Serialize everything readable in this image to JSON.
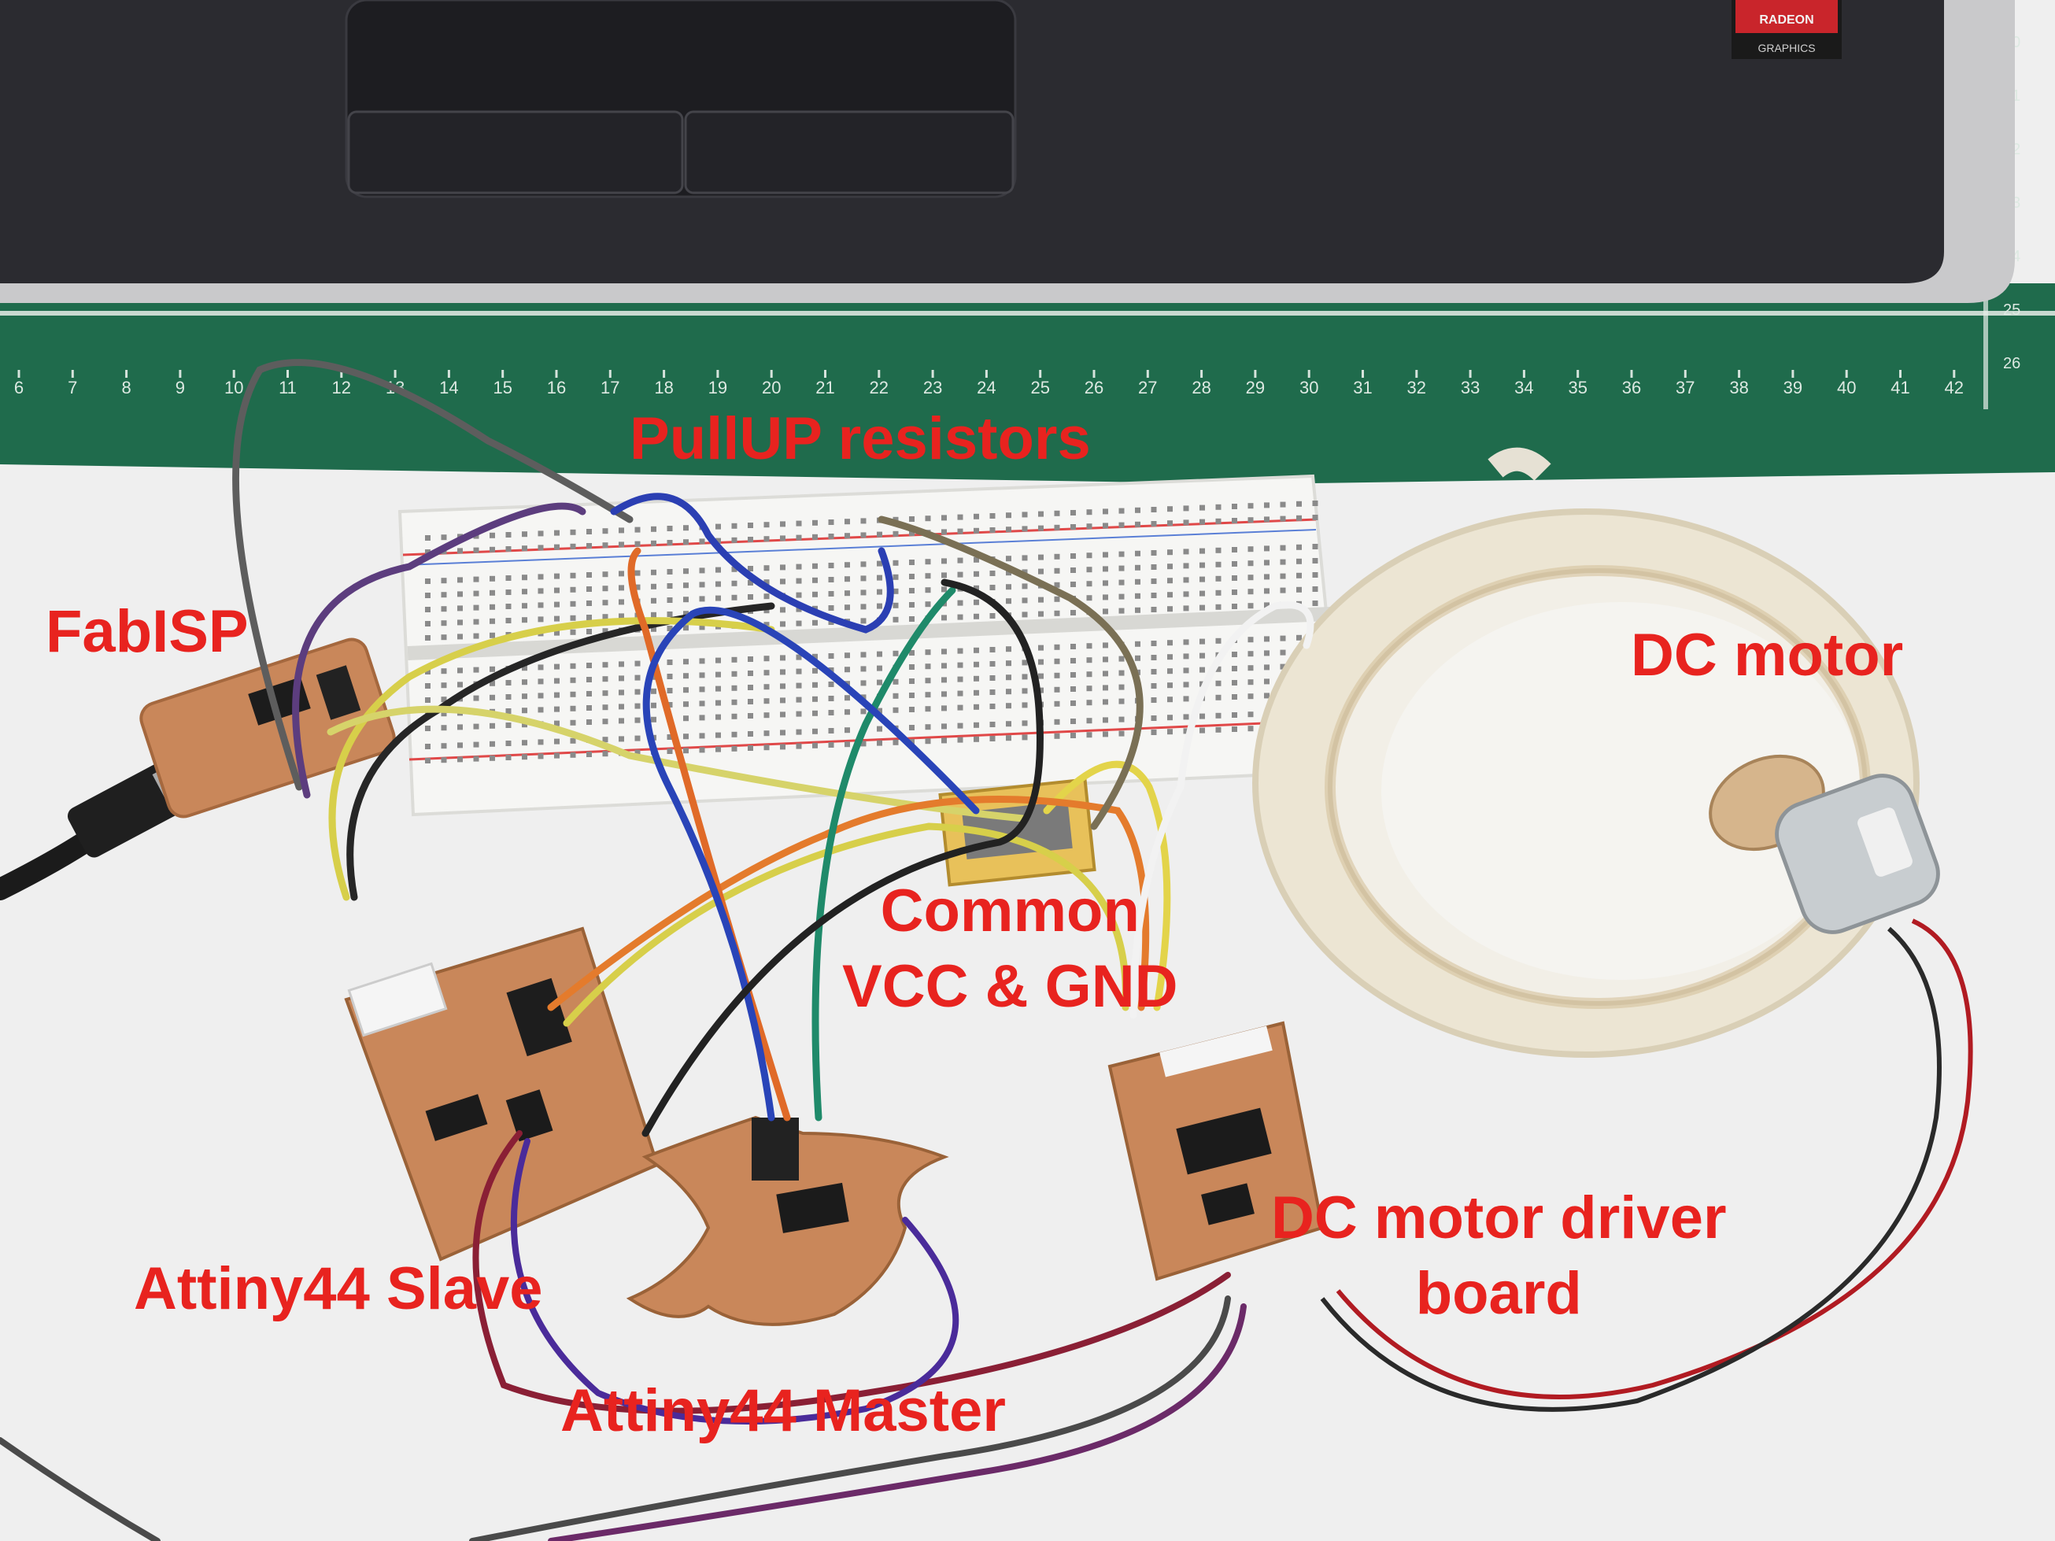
{
  "annotations": {
    "pullup": "PullUP resistors",
    "fabisp": "FabISP",
    "dc_motor": "DC motor",
    "common_line1": "Common",
    "common_line2": "VCC & GND",
    "driver_line1": "DC motor driver",
    "driver_line2": "board",
    "slave": "Attiny44 Slave",
    "master": "Attiny44 Master"
  },
  "ruler_numbers": [
    "6",
    "7",
    "8",
    "9",
    "10",
    "11",
    "12",
    "13",
    "14",
    "15",
    "16",
    "17",
    "18",
    "19",
    "20",
    "21",
    "22",
    "23",
    "24",
    "25",
    "26",
    "27",
    "28",
    "29",
    "30",
    "31",
    "32",
    "33",
    "34",
    "35",
    "36",
    "37",
    "38",
    "39",
    "40",
    "41",
    "42"
  ],
  "ruler_side_numbers": [
    "20",
    "21",
    "22",
    "23",
    "24",
    "25",
    "26"
  ],
  "laptop": {
    "badge_line1": "RADEON",
    "badge_line2": "GRAPHICS"
  },
  "colors": {
    "annotation": "#e8231f",
    "cutting_mat": "#1f6b4c",
    "laptop": "#27272b",
    "pcb": "#c9875a",
    "breadboard": "#f4f4f2"
  }
}
